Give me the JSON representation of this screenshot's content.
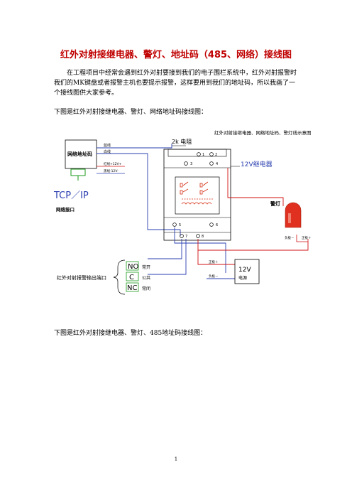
{
  "title": "红外对射接继电器、警灯、地址码（485、网络）接线图",
  "paragraphs": {
    "intro": "在工程项目中经常会遇到红外对射要接到我们的电子围栏系统中，红外对射报警时我们的MK键盘或者报警主机也要提示报警，这样要用到我们的地址码，所以我画了一个接线图供大家参考。",
    "network_caption": "下图是红外对射接继电器、警灯、网络地址码接线图：",
    "rs485_caption": "下图是红外对射接继电器、警灯、485地址码接线图："
  },
  "diagram": {
    "title": "红外对射接继电器、网络地址码、警灯线示意图",
    "address_module": "网络地址码",
    "blue_wire": "蓝线",
    "white_wire": "白线",
    "red_wire": "红线+12V+",
    "black_wire": "黑线-12V-",
    "tcpip": "TCP／IP",
    "network_port": "网络接口",
    "resistor": "2k 电阻",
    "relay_label": "12V继电器",
    "terminals": [
      "1",
      "2",
      "3",
      "4",
      "5",
      "6",
      "7",
      "8"
    ],
    "alarm_light": "警灯",
    "negative": "负极－",
    "positive": "正极＋",
    "psu_positive": "正极＋",
    "psu_negative": "负极－",
    "psu_voltage": "12V",
    "psu_label": "电源",
    "no": "NO",
    "c": "C",
    "nc": "NC",
    "no_desc": "常开",
    "c_desc": "公共",
    "nc_desc": "常闭",
    "output_label": "红外对射报警输出端口",
    "colors": {
      "blue": "#2a3fb0",
      "red": "#d01010",
      "green": "#1a9a1a",
      "orange": "#d42a10"
    }
  },
  "page_number": "1"
}
